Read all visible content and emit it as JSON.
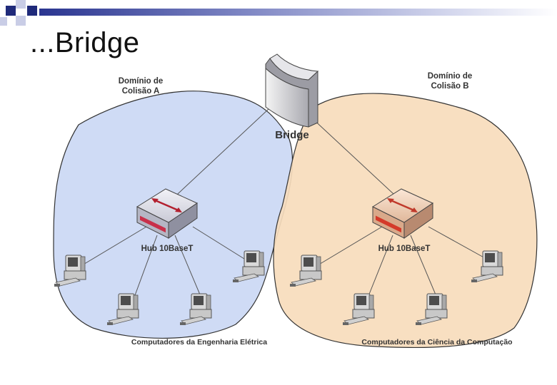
{
  "slide": {
    "title": "...Bridge"
  },
  "diagram": {
    "bridge_label": "Bridge",
    "domain_a": {
      "line1": "Domínio de",
      "line2": "Colisão A",
      "fill": "#cfdbf5"
    },
    "domain_b": {
      "line1": "Domínio de",
      "line2": "Colisão B",
      "fill": "#f7dcbc"
    },
    "hub_a_label": "Hub 10BaseT",
    "hub_b_label": "Hub 10BaseT",
    "computers_a_label": "Computadores da Engenharia Elétrica",
    "computers_b_label": "Computadores da Ciência da Computação"
  }
}
